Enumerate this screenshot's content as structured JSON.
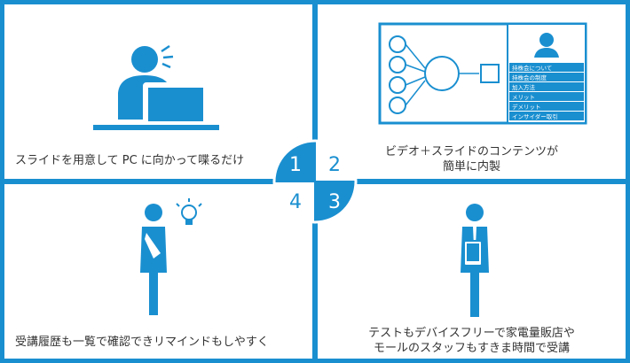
{
  "colors": {
    "accent": "#1a8fd0",
    "text": "#333333",
    "background": "#ffffff"
  },
  "steps": [
    "1",
    "2",
    "3",
    "4"
  ],
  "panels": [
    {
      "caption_lines": [
        "スライドを用意して PC に向かって喋るだけ"
      ],
      "icon": "presenter-at-laptop-icon"
    },
    {
      "caption_lines": [
        "ビデオ＋スライドのコンテンツが",
        "簡単に内製"
      ],
      "icon": "video-slide-content-icon",
      "slide_items": [
        "持株会について",
        "持株会の制度",
        "加入方法",
        "メリット",
        "デメリット",
        "インサイダー取引"
      ]
    },
    {
      "caption_lines": [
        "受講履歴も一覧で確認できリマインドもしやすく"
      ],
      "icon": "thinking-person-lightbulb-icon"
    },
    {
      "caption_lines": [
        "テストもデバイスフリーで家電量販店や",
        "モールのスタッフもすきま時間で受講"
      ],
      "icon": "person-with-tablet-icon"
    }
  ]
}
